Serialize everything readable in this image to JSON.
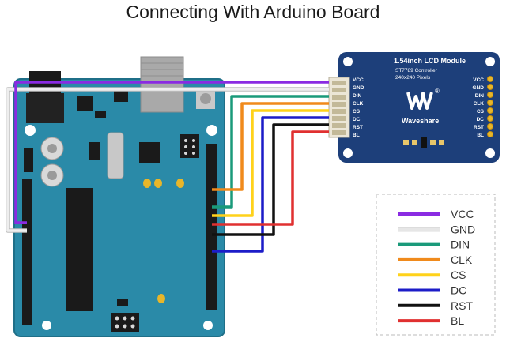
{
  "title": "Connecting With Arduino Board",
  "lcd": {
    "name": "1.54inch LCD Module",
    "controller": "ST7789 Controller",
    "resolution": "240x240 Pixels",
    "brand": "Waveshare",
    "registered": "®",
    "left_pins": [
      "VCC",
      "GND",
      "DIN",
      "CLK",
      "CS",
      "DC",
      "RST",
      "BL"
    ],
    "right_pins": [
      "VCC",
      "GND",
      "DIN",
      "CLK",
      "CS",
      "DC",
      "RST",
      "BL"
    ]
  },
  "legend": [
    {
      "label": "VCC",
      "color": "#8a2be2"
    },
    {
      "label": "GND",
      "color": "#e6e6e6"
    },
    {
      "label": "DIN",
      "color": "#1a9a7a"
    },
    {
      "label": "CLK",
      "color": "#f08a1c"
    },
    {
      "label": "CS",
      "color": "#ffd21a"
    },
    {
      "label": "DC",
      "color": "#1c1cc8"
    },
    {
      "label": "RST",
      "color": "#111111"
    },
    {
      "label": "BL",
      "color": "#e03030"
    }
  ],
  "colors": {
    "board": "#2a8aa8",
    "lcd_pcb": "#1d3f7a"
  }
}
